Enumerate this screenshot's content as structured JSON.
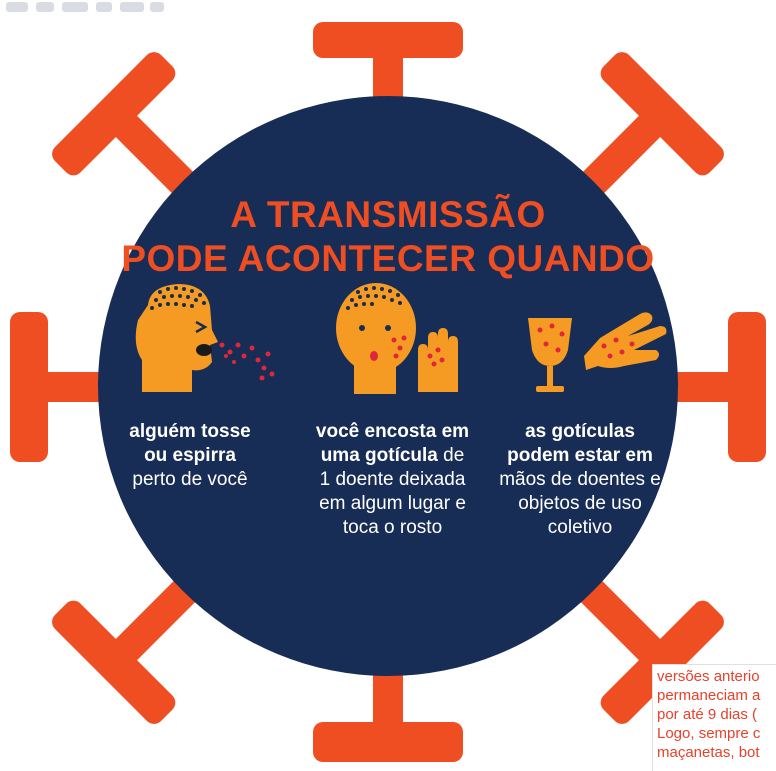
{
  "title": {
    "line1": "A TRANSMISSÃO",
    "line2": "PODE ACONTECER QUANDO"
  },
  "columns": [
    {
      "bold": [
        "alguém tosse",
        "ou espirra"
      ],
      "normal": [
        "perto de você"
      ],
      "icon": "coughing-person-icon"
    },
    {
      "bold": [
        "você encosta em",
        "uma gotícula"
      ],
      "bold_suffix": " de",
      "normal": [
        "1 doente deixada",
        "em algum lugar e",
        "toca o rosto"
      ],
      "icon": "person-touching-face-icon"
    },
    {
      "bold": [
        "as gotículas",
        "podem estar em"
      ],
      "normal": [
        "mãos de doentes e",
        "objetos de uso",
        "coletivo"
      ],
      "icon": "glass-and-hand-icon"
    }
  ],
  "side_text": {
    "lines": [
      "versões anterio",
      "permaneciam a",
      "por até 9 dias (",
      "Logo, sempre c",
      "maçanetas, bot",
      ""
    ]
  },
  "colors": {
    "virus_orange": "#ef4e23",
    "circle_navy": "#172d55",
    "icon_orange": "#f59a22",
    "droplet_red": "#e0263c",
    "text_white": "#ffffff"
  }
}
